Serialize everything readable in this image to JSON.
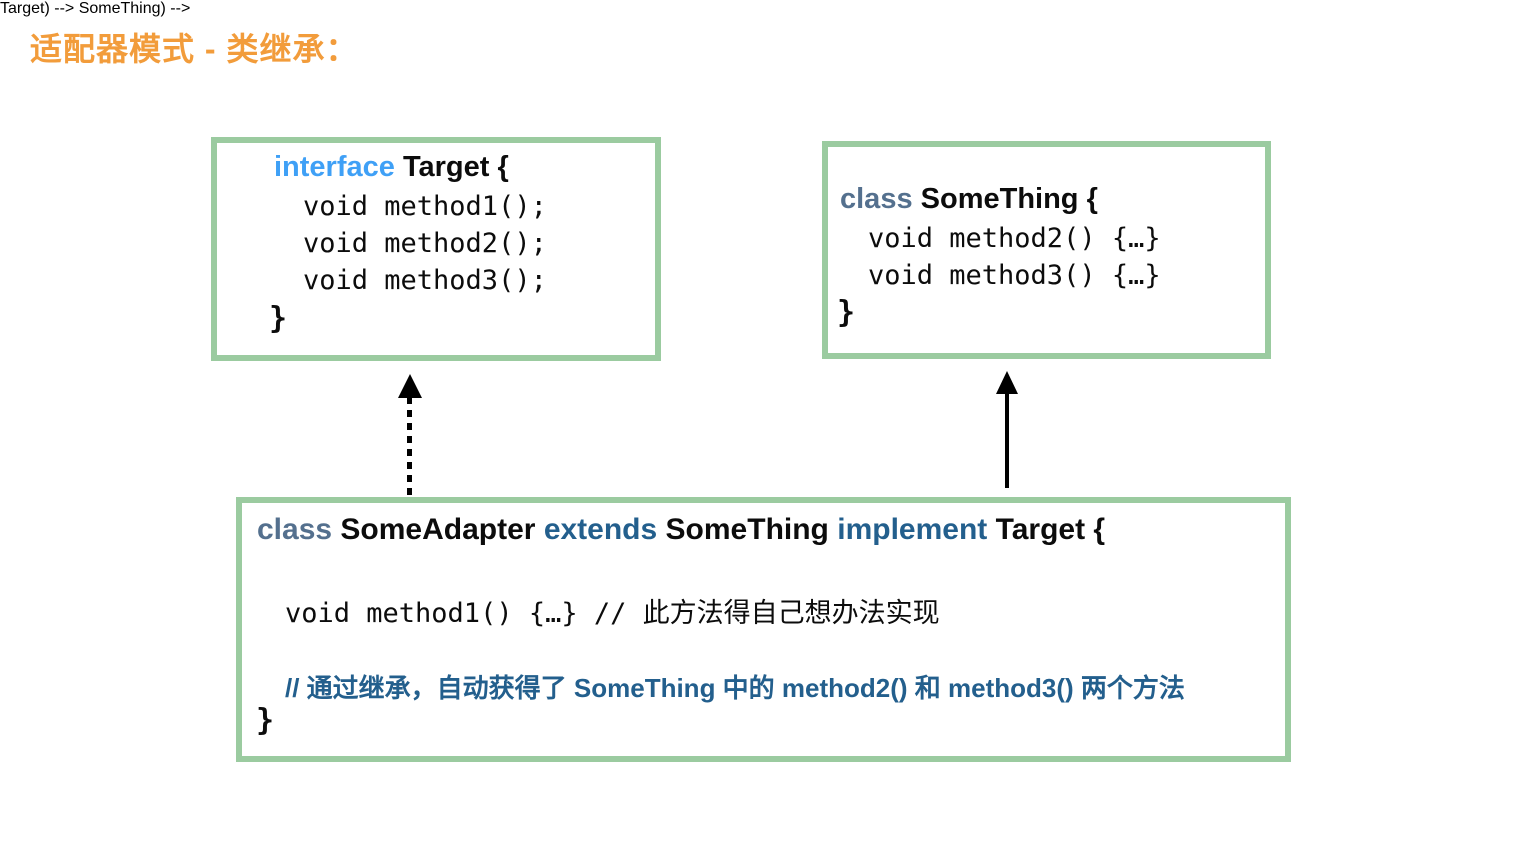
{
  "title": "适配器模式 - 类继承：",
  "colors": {
    "title_orange": "#F29C3B",
    "box_border_green": "#9BCBA0",
    "interface_keyword_blue": "#3FA0F6",
    "class_keyword_slate": "#54708E",
    "extends_implement_keyword_blue": "#235F8D",
    "comment_blue": "#235F8D",
    "code_black": "#0c0c0c"
  },
  "target_box": {
    "keyword": "interface",
    "name": "Target {",
    "lines": [
      "void method1();",
      "void method2();",
      "void method3();"
    ],
    "closing_brace": "}"
  },
  "something_box": {
    "keyword": "class",
    "name": "SomeThing {",
    "lines": [
      "void method2() {…}",
      "void method3() {…}"
    ],
    "closing_brace": "}"
  },
  "adapter_box": {
    "kw_class": "class",
    "name_adapter": "SomeAdapter",
    "kw_extends": "extends",
    "name_parent": "SomeThing",
    "kw_implement": "implement",
    "name_target": "Target {",
    "method_line": "void method1() {…} // 此方法得自己想办法实现",
    "comment_line": "// 通过继承，自动获得了 SomeThing 中的 method2() 和 method3() 两个方法",
    "closing_brace": "}"
  }
}
